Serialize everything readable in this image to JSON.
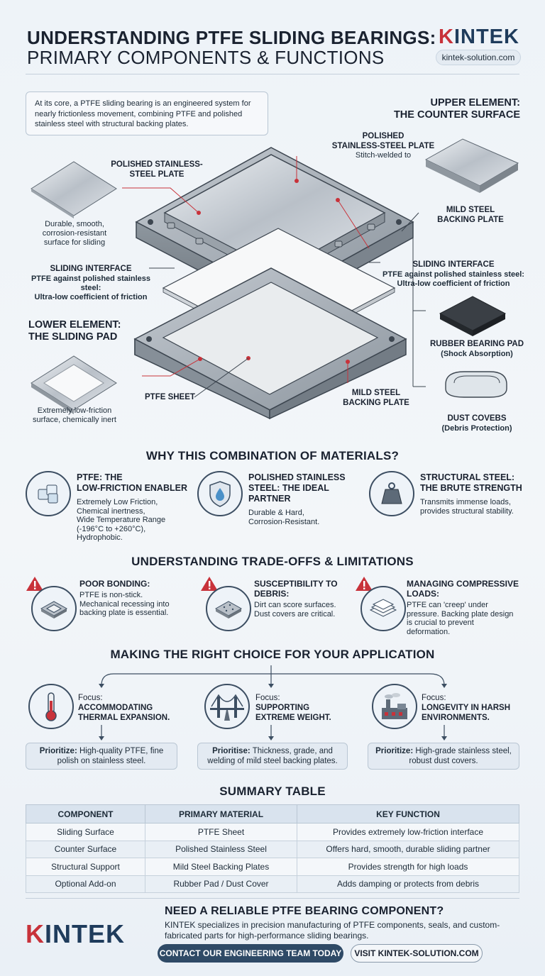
{
  "header": {
    "title": "UNDERSTANDING PTFE SLIDING BEARINGS:",
    "subtitle": "PRIMARY COMPONENTS & FUNCTIONS",
    "brand_k": "K",
    "brand_rest": "INTEK",
    "website": "kintek-solution.com"
  },
  "intro": "At its core, a PTFE sliding bearing is an engineered system for nearly frictionless movement, combining PTFE and polished stainless steel with structural backing plates.",
  "diagram": {
    "upper_title_1": "UPPER ELEMENT:",
    "upper_title_2": "THE COUNTER SURFACE",
    "polished_left_1": "POLISHED STAINLESS-",
    "polished_left_2": "STEEL PLATE",
    "polished_left_desc_1": "Durable, smooth,",
    "polished_left_desc_2": "corrosion-resistant",
    "polished_left_desc_3": "surface for sliding",
    "polished_right_1": "POLISHED",
    "polished_right_2": "STAINLESS-STEEL PLATE",
    "polished_right_note": "Stitch-welded to",
    "mild_upper_1": "MILD STEEL",
    "mild_upper_2": "BACKING PLATE",
    "sliding_left_title": "SLIDING INTERFACE",
    "sliding_left_1": "PTFE against polished stainless steel:",
    "sliding_left_2": "Ultra-low coefficient of friction",
    "sliding_right_title": "SLIDING INTERFACE",
    "sliding_right_1": "PTFE against polished stainless steel:",
    "sliding_right_2": "Ultra-low coefficient of friction",
    "lower_title_1": "LOWER ELEMENT:",
    "lower_title_2": "THE SLIDING PAD",
    "ptfe_sheet": "PTFE SHEET",
    "ptfe_desc_1": "Extremely low-friction",
    "ptfe_desc_2": "surface, chemically inert",
    "mild_lower_1": "MILD STEEL",
    "mild_lower_2": "BACKING PLATE",
    "rubber_title": "RUBBER BEARING PAD",
    "rubber_note": "(Shock Absorption)",
    "dust_title": "DUST COVEBS",
    "dust_note": "(Debris Protection)"
  },
  "why": {
    "title": "WHY THIS COMBINATION OF MATERIALS?",
    "items": [
      {
        "icon": "ice-cube-icon",
        "h1": "PTFE: THE",
        "h2": "LOW-FRICTION ENABLER",
        "t1": "Extremely Low Friction,",
        "t2": "Chemical inertness,",
        "t3": "Wide Temperature Range",
        "t4": "(-196°C to +260°C),",
        "t5": "Hydrophobic."
      },
      {
        "icon": "shield-drop-icon",
        "h1": "POLISHED STAINLESS",
        "h2": "STEEL: THE IDEAL PARTNER",
        "t1": "Durable & Hard,",
        "t2": "Corrosion-Resistant."
      },
      {
        "icon": "weight-icon",
        "h1": "STRUCTURAL STEEL:",
        "h2": "THE BRUTE STRENGTH",
        "t1": "Transmits immense loads,",
        "t2": "provides structural stability."
      }
    ]
  },
  "tradeoffs": {
    "title": "UNDERSTANDING TRADE-OFFS & LIMITATIONS",
    "items": [
      {
        "h1": "POOR BONDING:",
        "h2": "",
        "t1": "PTFE is non-stick.",
        "t2": "Mechanical recessing into",
        "t3": "backing plate is essential.",
        "t4": ""
      },
      {
        "h1": "SUSCEPTIBILITY TO",
        "h2": "DEBRIS:",
        "t1": "Dirt can score surfaces.",
        "t2": "Dust covers are critical.",
        "t3": "",
        "t4": ""
      },
      {
        "h1": "MANAGING COMPRESSIVE",
        "h2": "LOADS:",
        "t1": "PTFE can 'creep' under",
        "t2": "pressure. Backing plate design",
        "t3": "is crucial to prevent",
        "t4": "deformation."
      }
    ]
  },
  "choice": {
    "title": "MAKING THE RIGHT CHOICE FOR YOUR APPLICATION",
    "items": [
      {
        "focus": "Focus:",
        "f1": "ACCOMMODATING",
        "f2": "THERMAL EXPANSION.",
        "p_b": "Prioritize:",
        "p1": " High-quality PTFE, fine",
        "p2": "polish on stainless steel."
      },
      {
        "focus": "Focus:",
        "f1": "SUPPORTING",
        "f2": "EXTREME WEIGHT.",
        "p_b": "Prioritise:",
        "p1": " Thickness, grade, and",
        "p2": "welding of mild steel backing plates."
      },
      {
        "focus": "Focus:",
        "f1": "LONGEVITY IN HARSH",
        "f2": "ENVIRONMENTS.",
        "p_b": "Prioritize:",
        "p1": " High-grade stainless steel,",
        "p2": "robust dust covers."
      }
    ]
  },
  "summary": {
    "title": "SUMMARY TABLE",
    "headers": [
      "COMPONENT",
      "PRIMARY MATERIAL",
      "KEY FUNCTION"
    ],
    "rows": [
      [
        "Sliding Surface",
        "PTFE Sheet",
        "Provides extremely low-friction interface"
      ],
      [
        "Counter Surface",
        "Polished Stainless Steel",
        "Offers hard, smooth, durable sliding partner"
      ],
      [
        "Structural Support",
        "Mild Steel Backing Plates",
        "Provides strength for high loads"
      ],
      [
        "Optional Add-on",
        "Rubber Pad / Dust Cover",
        "Adds damping or protects from debris"
      ]
    ]
  },
  "cta": {
    "heading": "NEED A RELIABLE PTFE BEARING COMPONENT?",
    "text": "KINTEK specializes in precision manufacturing of PTFE components, seals, and custom-fabricated parts for high-performance sliding bearings.",
    "button_contact": "CONTACT OUR ENGINEERING TEAM TODAY",
    "button_visit": "VISIT KINTEK-SOLUTION.COM"
  },
  "colors": {
    "brand_red": "#c8323a",
    "brand_navy": "#1f3c5c",
    "accent_steel": "#2f4a66"
  }
}
